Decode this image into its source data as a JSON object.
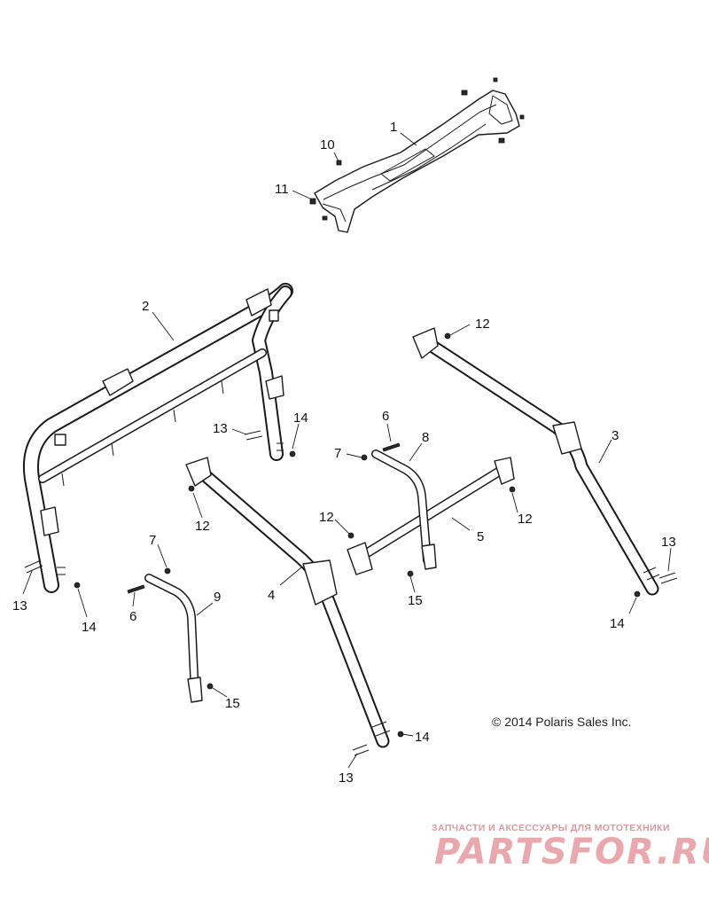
{
  "diagram": {
    "callouts": [
      "1",
      "2",
      "3",
      "4",
      "5",
      "6",
      "6",
      "7",
      "7",
      "8",
      "9",
      "10",
      "11",
      "12",
      "12",
      "12",
      "12",
      "13",
      "13",
      "13",
      "13",
      "14",
      "14",
      "14",
      "14",
      "15",
      "15"
    ],
    "copyright": "© 2014 Polaris Sales Inc."
  },
  "watermark": {
    "tagline": "ЗАПЧАСТИ И АКСЕССУАРЫ ДЛЯ МОТОТЕХНИКИ",
    "brand": "PARTSFOR.RU"
  }
}
